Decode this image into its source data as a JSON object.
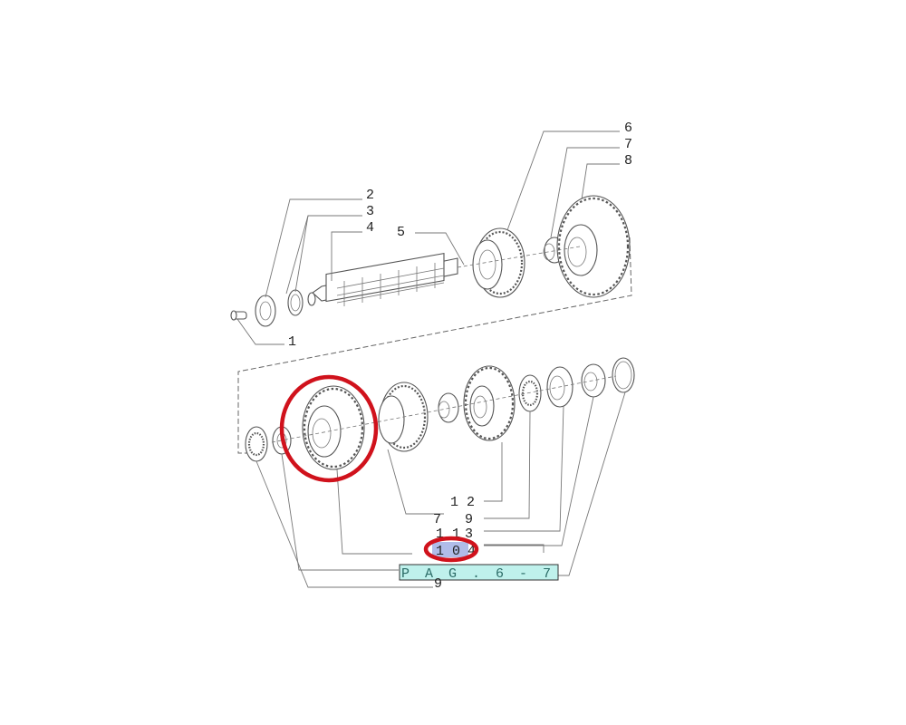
{
  "callouts": {
    "c1": "1",
    "c2": "2",
    "c3": "3",
    "c4": "4",
    "c5": "5",
    "c6": "6",
    "c7": "7",
    "c8": "8",
    "lower_12": "1 2",
    "lower_7": "7",
    "lower_9": "9",
    "lower_11": "1 1",
    "lower_3": "3",
    "lower_10": "1 0",
    "lower_4": "4",
    "lower_9b": "9"
  },
  "page_ref": {
    "label": "P A G .   6   -   7"
  },
  "colors": {
    "highlight": "#d0121c",
    "page_ref_fill": "#a9ece6",
    "selection_fill": "#7c8fd8"
  },
  "highlight": {
    "target_part": "1 0"
  }
}
